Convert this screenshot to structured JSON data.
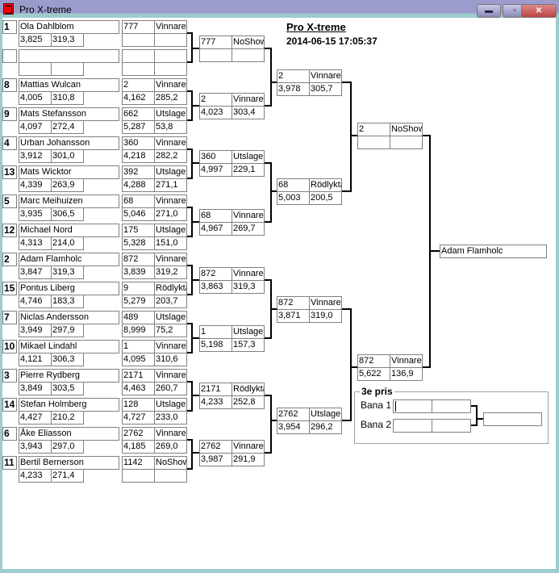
{
  "window": {
    "title": "Pro X-treme",
    "minimize": "▬",
    "maximize": "▫",
    "close": "✕"
  },
  "header": {
    "title": "Pro X-treme",
    "datetime": "2014-06-15 17:05:37"
  },
  "players": [
    {
      "seed": "1",
      "name": "Ola Dahlblom",
      "rt": "3,825",
      "speed": "319,3"
    },
    {
      "seed": "",
      "name": "",
      "rt": "",
      "speed": ""
    },
    {
      "seed": "8",
      "name": "Mattias Wulcan",
      "rt": "4,005",
      "speed": "310,8"
    },
    {
      "seed": "9",
      "name": "Mats Stefansson",
      "rt": "4,097",
      "speed": "272,4"
    },
    {
      "seed": "4",
      "name": "Urban Johansson",
      "rt": "3,912",
      "speed": "301,0"
    },
    {
      "seed": "13",
      "name": "Mats Wicktor",
      "rt": "4,339",
      "speed": "263,9"
    },
    {
      "seed": "5",
      "name": "Marc Meihuizen",
      "rt": "3,935",
      "speed": "306,5"
    },
    {
      "seed": "12",
      "name": "Michael Nord",
      "rt": "4,313",
      "speed": "214,0"
    },
    {
      "seed": "2",
      "name": "Adam Flamholc",
      "rt": "3,847",
      "speed": "319,3"
    },
    {
      "seed": "15",
      "name": "Pontus Liberg",
      "rt": "4,746",
      "speed": "183,3"
    },
    {
      "seed": "7",
      "name": "Niclas Andersson",
      "rt": "3,949",
      "speed": "297,9"
    },
    {
      "seed": "10",
      "name": "Mikael Lindahl",
      "rt": "4,121",
      "speed": "306,3"
    },
    {
      "seed": "3",
      "name": "Pierre Rydberg",
      "rt": "3,849",
      "speed": "303,5"
    },
    {
      "seed": "14",
      "name": "Stefan Holmberg",
      "rt": "4,427",
      "speed": "210,2"
    },
    {
      "seed": "6",
      "name": "Åke Eliasson",
      "rt": "3,943",
      "speed": "297,0"
    },
    {
      "seed": "11",
      "name": "Bertil Bernerson",
      "rt": "4,233",
      "speed": "271,4"
    }
  ],
  "round1": [
    {
      "id": "777",
      "result": "Vinnare",
      "rt": "",
      "speed": ""
    },
    {
      "id": "",
      "result": "",
      "rt": "",
      "speed": ""
    },
    {
      "id": "2",
      "result": "Vinnare",
      "rt": "4,162",
      "speed": "285,2"
    },
    {
      "id": "662",
      "result": "Utslagen",
      "rt": "5,287",
      "speed": "53,8"
    },
    {
      "id": "360",
      "result": "Vinnare",
      "rt": "4,218",
      "speed": "282,2"
    },
    {
      "id": "392",
      "result": "Utslagen",
      "rt": "4,288",
      "speed": "271,1"
    },
    {
      "id": "68",
      "result": "Vinnare",
      "rt": "5,046",
      "speed": "271,0"
    },
    {
      "id": "175",
      "result": "Utslagen",
      "rt": "5,328",
      "speed": "151,0"
    },
    {
      "id": "872",
      "result": "Vinnare",
      "rt": "3,839",
      "speed": "319,2"
    },
    {
      "id": "9",
      "result": "Rödlykta",
      "rt": "5,279",
      "speed": "203,7"
    },
    {
      "id": "489",
      "result": "Utslagen",
      "rt": "8,999",
      "speed": "75,2"
    },
    {
      "id": "1",
      "result": "Vinnare",
      "rt": "4,095",
      "speed": "310,6"
    },
    {
      "id": "2171",
      "result": "Vinnare",
      "rt": "4,463",
      "speed": "260,7"
    },
    {
      "id": "128",
      "result": "Utslagen",
      "rt": "4,727",
      "speed": "233,0"
    },
    {
      "id": "2762",
      "result": "Vinnare",
      "rt": "4,185",
      "speed": "269,0"
    },
    {
      "id": "1142",
      "result": "NoShow",
      "rt": "",
      "speed": ""
    }
  ],
  "round2": [
    {
      "id": "777",
      "result": "NoShow",
      "rt": "",
      "speed": ""
    },
    {
      "id": "2",
      "result": "Vinnare",
      "rt": "4,023",
      "speed": "303,4"
    },
    {
      "id": "360",
      "result": "Utslagen",
      "rt": "4,997",
      "speed": "229,1"
    },
    {
      "id": "68",
      "result": "Vinnare",
      "rt": "4,967",
      "speed": "269,7"
    },
    {
      "id": "872",
      "result": "Vinnare",
      "rt": "3,863",
      "speed": "319,3"
    },
    {
      "id": "1",
      "result": "Utslagen",
      "rt": "5,198",
      "speed": "157,3"
    },
    {
      "id": "2171",
      "result": "Rödlykta",
      "rt": "4,233",
      "speed": "252,8"
    },
    {
      "id": "2762",
      "result": "Vinnare",
      "rt": "3,987",
      "speed": "291,9"
    }
  ],
  "round3": [
    {
      "id": "2",
      "result": "Vinnare",
      "rt": "3,978",
      "speed": "305,7"
    },
    {
      "id": "68",
      "result": "Rödlykta",
      "rt": "5,003",
      "speed": "200,5"
    },
    {
      "id": "872",
      "result": "Vinnare",
      "rt": "3,871",
      "speed": "319,0"
    },
    {
      "id": "2762",
      "result": "Utslagen",
      "rt": "3,954",
      "speed": "296,2"
    }
  ],
  "round4": [
    {
      "id": "2",
      "result": "NoShow",
      "rt": "",
      "speed": ""
    },
    {
      "id": "872",
      "result": "Vinnare",
      "rt": "5,622",
      "speed": "136,9"
    }
  ],
  "final": {
    "winner": "Adam Flamholc"
  },
  "third_place": {
    "title": "3e pris",
    "lane1": "Bana 1",
    "lane2": "Bana 2",
    "lane1_a": "",
    "lane1_b": "",
    "lane2_a": "",
    "lane2_b": "",
    "winner": ""
  }
}
